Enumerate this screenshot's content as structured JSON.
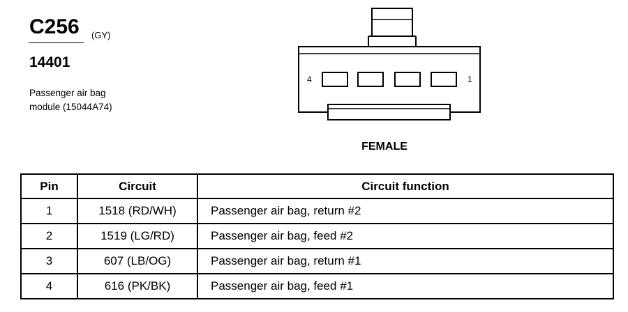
{
  "connector": {
    "id": "C256",
    "color_code": "(GY)",
    "part_number": "14401",
    "description_line1": "Passenger air bag",
    "description_line2": "module (15044A74)",
    "gender": "FEMALE",
    "pin_label_left": "4",
    "pin_label_right": "1"
  },
  "table": {
    "headers": [
      "Pin",
      "Circuit",
      "Circuit function"
    ],
    "rows": [
      {
        "pin": "1",
        "circuit": "1518 (RD/WH)",
        "function": "Passenger air bag, return #2"
      },
      {
        "pin": "2",
        "circuit": "1519 (LG/RD)",
        "function": "Passenger air bag, feed #2"
      },
      {
        "pin": "3",
        "circuit": "607 (LB/OG)",
        "function": "Passenger air bag, return #1"
      },
      {
        "pin": "4",
        "circuit": "616 (PK/BK)",
        "function": "Passenger air bag, feed #1"
      }
    ]
  }
}
